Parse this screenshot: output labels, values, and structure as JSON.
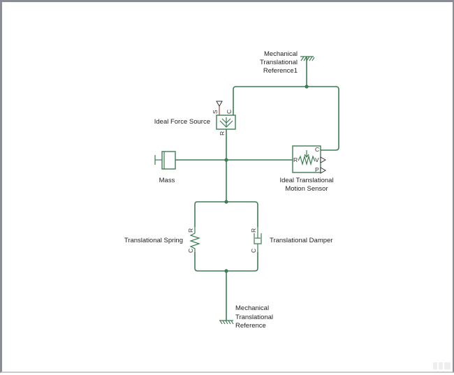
{
  "diagram": {
    "blocks": {
      "ref_top": {
        "label_lines": [
          "Mechanical",
          "Translational",
          "Reference1"
        ]
      },
      "force_source": {
        "label": "Ideal Force Source",
        "ports": {
          "s": "S",
          "c": "C",
          "r": "R"
        }
      },
      "mass": {
        "label": "Mass"
      },
      "sensor": {
        "label_lines": [
          "Ideal Translational",
          "Motion Sensor"
        ],
        "ports": {
          "r": "R",
          "c": "C",
          "v": "V",
          "p": "P"
        }
      },
      "spring": {
        "label": "Translational Spring",
        "ports": {
          "r": "R",
          "c": "C"
        }
      },
      "damper": {
        "label": "Translational Damper",
        "ports": {
          "r": "R",
          "c": "C"
        }
      },
      "ref_bottom": {
        "label_lines": [
          "Mechanical",
          "Translational",
          "Reference"
        ]
      }
    },
    "colors": {
      "wire": "#3e7c54",
      "signal": "#b3423e",
      "border": "#8a8d93"
    }
  }
}
